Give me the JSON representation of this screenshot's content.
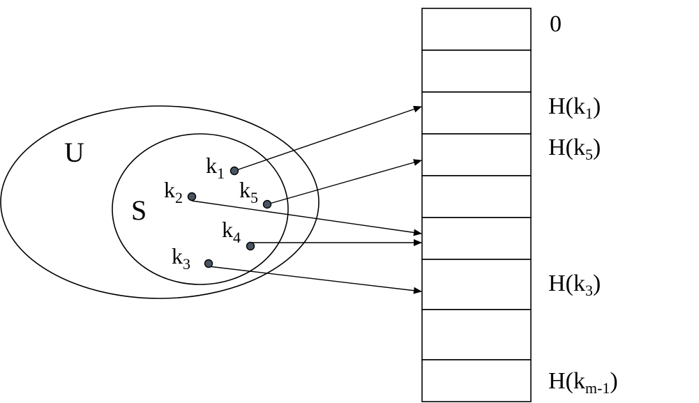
{
  "sets": {
    "universe_label": "U",
    "subset_label": "S"
  },
  "keys": [
    {
      "base": "k",
      "sub": "1"
    },
    {
      "base": "k",
      "sub": "2"
    },
    {
      "base": "k",
      "sub": "3"
    },
    {
      "base": "k",
      "sub": "4"
    },
    {
      "base": "k",
      "sub": "5"
    }
  ],
  "table": {
    "slot_labels": [
      {
        "text": "0",
        "base": "",
        "sub": "",
        "close": ""
      },
      {
        "text": "",
        "base": "H(k",
        "sub": "1",
        "close": ")"
      },
      {
        "text": "",
        "base": "H(k",
        "sub": "5",
        "close": ")"
      },
      {
        "text": "",
        "base": "H(k",
        "sub": "3",
        "close": ")"
      },
      {
        "text": "",
        "base": "H(k",
        "sub": "m-1",
        "close": ")"
      }
    ]
  },
  "mappings": [
    {
      "key": "k1",
      "slot": "H(k1)"
    },
    {
      "key": "k5",
      "slot": "H(k5)"
    },
    {
      "key": "k2",
      "slot": "slot 5"
    },
    {
      "key": "k4",
      "slot": "slot 5"
    },
    {
      "key": "k3",
      "slot": "H(k3)"
    }
  ]
}
